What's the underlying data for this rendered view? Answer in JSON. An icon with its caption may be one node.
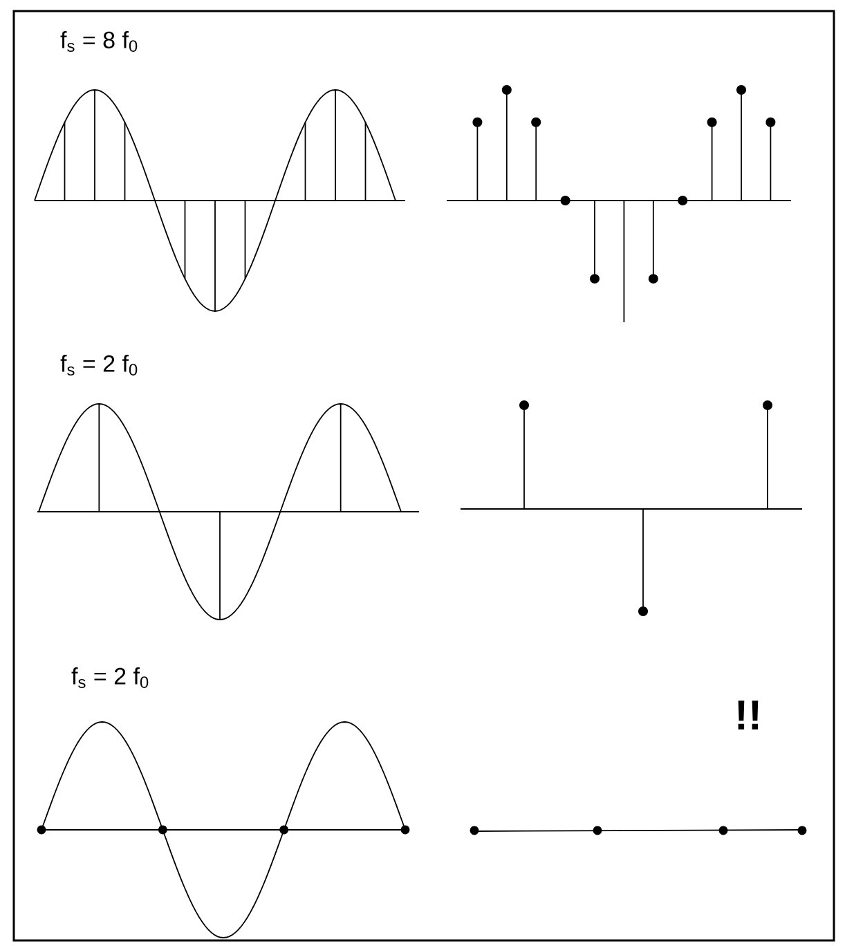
{
  "diagram": {
    "labels": [
      "f$_{s}$ = 8 f$_{0}$",
      "f$_{s}$ = 2 f$_{0}$",
      "f$_{s}$ = 2 f$_{0}$",
      "!!"
    ]
  }
}
